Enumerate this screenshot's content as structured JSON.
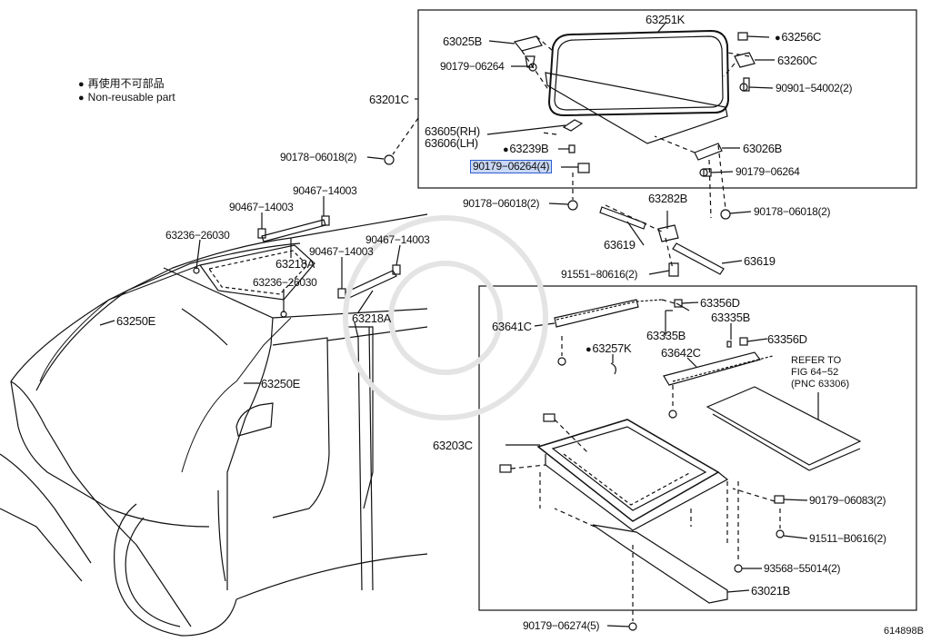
{
  "legend": {
    "line1": "再使用不可部品",
    "line2": "Non-reusable part"
  },
  "labels": {
    "p63251K": "63251K",
    "p63025B": "63025B",
    "p63256C": "63256C",
    "p63260C": "63260C",
    "p90179_06264_a": "90179−06264",
    "p90901_54002": "90901−54002(2)",
    "p63201C": "63201C",
    "p63605": "63605(RH)",
    "p63606": "63606(LH)",
    "p63239B": "63239B",
    "p63026B": "63026B",
    "p90178_06018_a": "90178−06018(2)",
    "p90179_06264_4": "90179−06264(4)",
    "p90179_06264_b": "90179−06264",
    "p90467_14003_a": "90467−14003",
    "p90467_14003_b": "90467−14003",
    "p90178_06018_b": "90178−06018(2)",
    "p63282B": "63282B",
    "p90178_06018_c": "90178−06018(2)",
    "p63236_26030_a": "63236−26030",
    "p90467_14003_c": "90467−14003",
    "p90467_14003_d": "90467−14003",
    "p63619_a": "63619",
    "p63218A_a": "63218A",
    "p63619_b": "63619",
    "p63236_26030_b": "63236−26030",
    "p91551_80616": "91551−80616(2)",
    "p63218A_b": "63218A",
    "p63356D_a": "63356D",
    "p63250E_a": "63250E",
    "p63641C": "63641C",
    "p63335B_a": "63335B",
    "p63335B_b": "63335B",
    "p63356D_b": "63356D",
    "p63257K": "63257K",
    "p63642C": "63642C",
    "p63250E_b": "63250E",
    "ref1": "REFER TO",
    "ref2": "FIG 64−52",
    "ref3": "(PNC 63306)",
    "p63203C": "63203C",
    "p90179_06083": "90179−06083(2)",
    "p91511_B0616": "91511−B0616(2)",
    "p93568_55014": "93568−55014(2)",
    "p63021B": "63021B",
    "p90179_06274": "90179−06274(5)",
    "figure_id": "614898B"
  },
  "colors": {
    "line": "#111111",
    "highlight_fill": "#c9d8f5",
    "highlight_border": "#2f5fd0"
  }
}
